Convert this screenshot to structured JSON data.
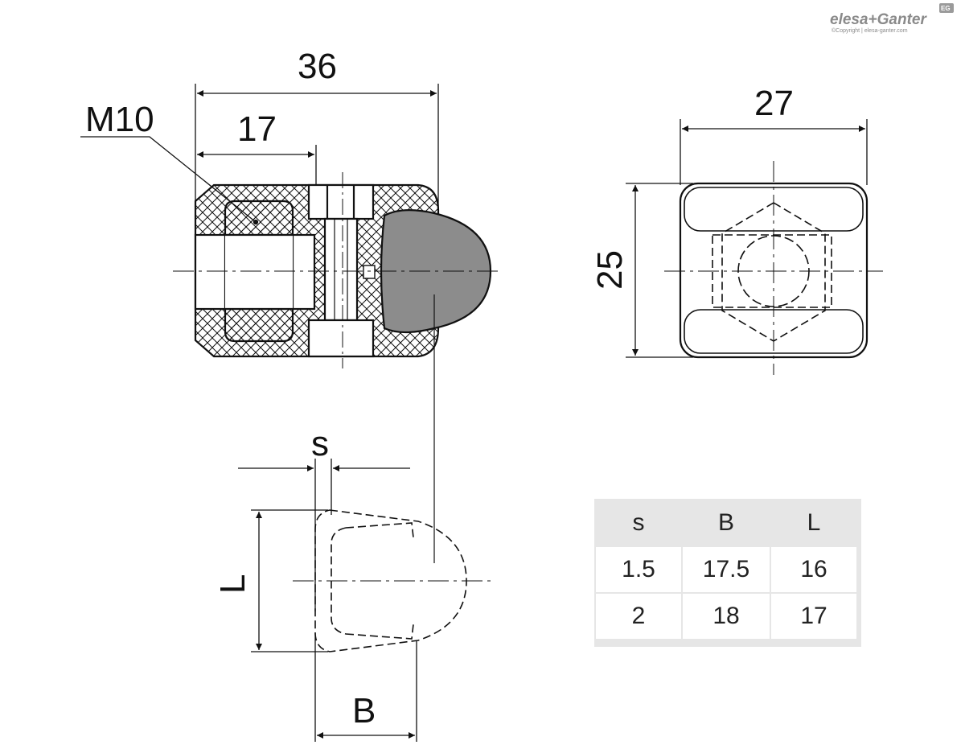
{
  "brand": {
    "logo_text": "elesa+Ganter",
    "badge": "EG",
    "copyright": "©Copyright | elesa-ganter.com"
  },
  "dimensions": {
    "overall_length": "36",
    "thread": "M10",
    "thread_depth": "17",
    "width": "27",
    "height": "25",
    "s_label": "s",
    "l_label": "L",
    "b_label": "B"
  },
  "table": {
    "headers": [
      "s",
      "B",
      "L"
    ],
    "rows": [
      [
        "1.5",
        "17.5",
        "16"
      ],
      [
        "2",
        "18",
        "17"
      ]
    ]
  },
  "colors": {
    "line": "#111111",
    "rubber_cap": "#8c8c8c",
    "table_header_bg": "#e6e6e6"
  }
}
